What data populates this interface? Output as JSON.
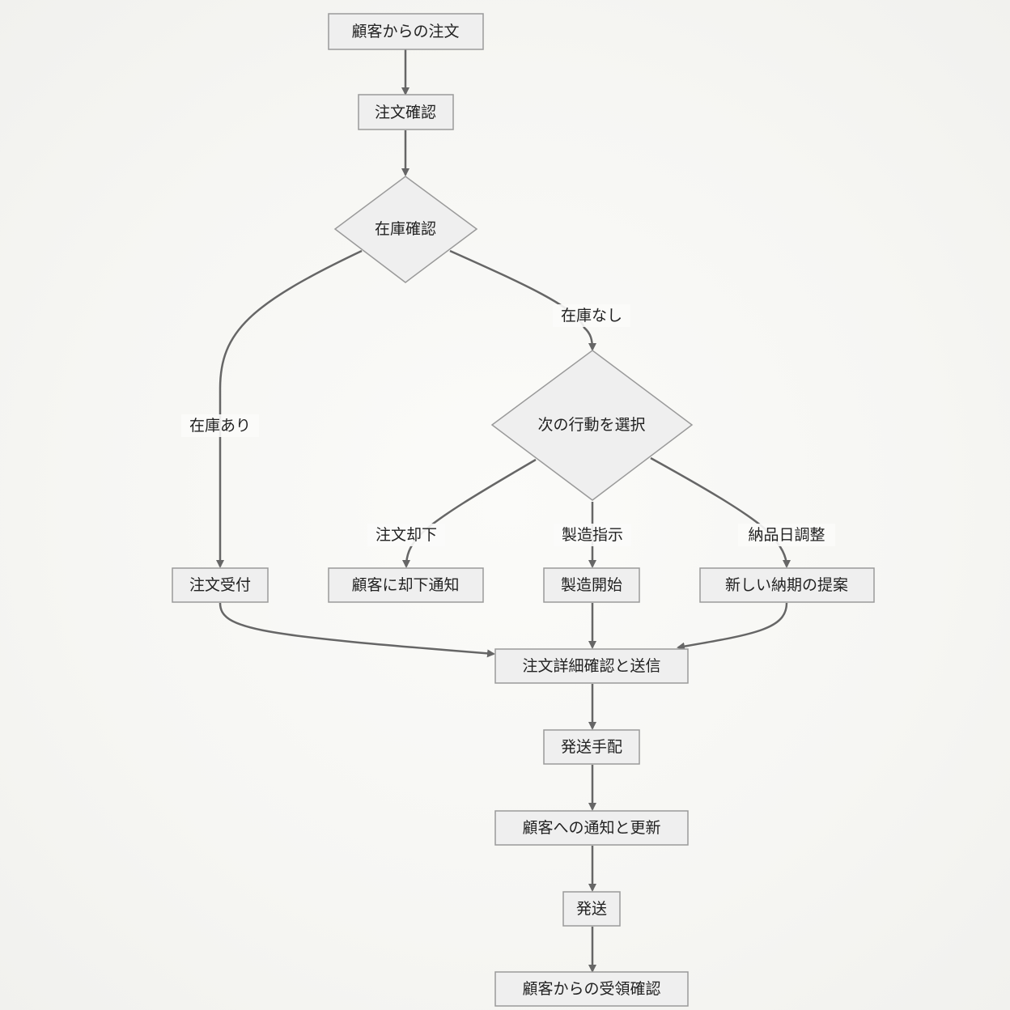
{
  "nodes": {
    "order_received": "顧客からの注文",
    "order_check": "注文確認",
    "stock_check": "在庫確認",
    "next_action": "次の行動を選択",
    "order_accept": "注文受付",
    "notify_reject": "顧客に却下通知",
    "start_manufacturing": "製造開始",
    "propose_delivery": "新しい納期の提案",
    "confirm_send_details": "注文詳細確認と送信",
    "arrange_shipping": "発送手配",
    "notify_update": "顧客への通知と更新",
    "ship": "発送",
    "receipt_confirm": "顧客からの受領確認"
  },
  "edge_labels": {
    "in_stock": "在庫あり",
    "out_of_stock": "在庫なし",
    "reject_order": "注文却下",
    "manufacturing_order": "製造指示",
    "adjust_delivery": "納品日調整"
  },
  "colors": {
    "background": "#f6f6f3",
    "node_fill": "#efefef",
    "node_border": "#9a9a9a",
    "edge": "#666666",
    "text": "#222222"
  }
}
